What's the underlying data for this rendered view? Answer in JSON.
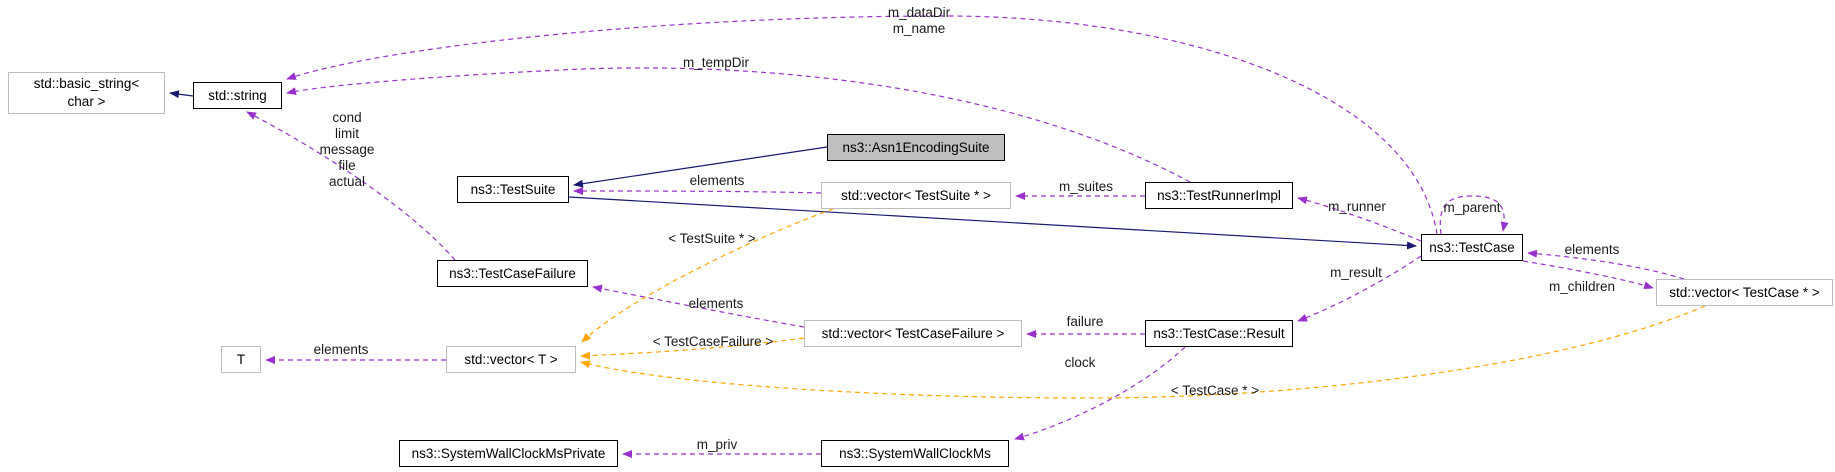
{
  "diagram_type": "collaboration-graph",
  "colors": {
    "background": "#ffffff",
    "inheritance_edge": "#191970",
    "usage_edge": "#9932cc",
    "template_edge": "#ffa500",
    "node_border": "#000000",
    "undocumented_node_border": "#bdbdbd",
    "current_node_fill": "#bfbfbf"
  },
  "nodes": [
    {
      "id": "std-basic-string",
      "label": "std::basic_string<\nchar >",
      "kind": "undocumented"
    },
    {
      "id": "std-string",
      "label": "std::string",
      "kind": "documented"
    },
    {
      "id": "ns3-asn1encodingsuite",
      "label": "ns3::Asn1EncodingSuite",
      "kind": "current"
    },
    {
      "id": "ns3-testsuite",
      "label": "ns3::TestSuite",
      "kind": "documented"
    },
    {
      "id": "std-vector-testsuite-ptr",
      "label": "std::vector< TestSuite * >",
      "kind": "undocumented"
    },
    {
      "id": "ns3-testrunnerimpl",
      "label": "ns3::TestRunnerImpl",
      "kind": "documented"
    },
    {
      "id": "ns3-testcase",
      "label": "ns3::TestCase",
      "kind": "documented"
    },
    {
      "id": "std-vector-testcase-ptr",
      "label": "std::vector< TestCase * >",
      "kind": "undocumented"
    },
    {
      "id": "ns3-testcasefailure",
      "label": "ns3::TestCaseFailure",
      "kind": "documented"
    },
    {
      "id": "std-vector-testcasefailure",
      "label": "std::vector< TestCaseFailure >",
      "kind": "undocumented"
    },
    {
      "id": "ns3-testcase-result",
      "label": "ns3::TestCase::Result",
      "kind": "documented"
    },
    {
      "id": "t",
      "label": "T",
      "kind": "undocumented"
    },
    {
      "id": "std-vector-t",
      "label": "std::vector< T >",
      "kind": "undocumented"
    },
    {
      "id": "ns3-systemwallclockmsprivate",
      "label": "ns3::SystemWallClockMsPrivate",
      "kind": "documented"
    },
    {
      "id": "ns3-systemwallclockms",
      "label": "ns3::SystemWallClockMs",
      "kind": "documented"
    }
  ],
  "edges": [
    {
      "from": "std::string",
      "to": "std::basic_string< char >",
      "type": "inheritance",
      "label": ""
    },
    {
      "from": "ns3::Asn1EncodingSuite",
      "to": "ns3::TestSuite",
      "type": "inheritance",
      "label": ""
    },
    {
      "from": "ns3::TestSuite",
      "to": "ns3::TestCase",
      "type": "inheritance",
      "label": ""
    },
    {
      "from": "ns3::TestCase",
      "to": "std::string",
      "type": "usage",
      "label": "m_dataDir\nm_name"
    },
    {
      "from": "ns3::TestRunnerImpl",
      "to": "std::string",
      "type": "usage",
      "label": "m_tempDir"
    },
    {
      "from": "ns3::TestCaseFailure",
      "to": "std::string",
      "type": "usage",
      "label": "cond\nlimit\nmessage\nfile\nactual"
    },
    {
      "from": "std::vector< TestSuite * >",
      "to": "ns3::TestSuite",
      "type": "usage",
      "label": "elements"
    },
    {
      "from": "ns3::TestRunnerImpl",
      "to": "std::vector< TestSuite * >",
      "type": "usage",
      "label": "m_suites"
    },
    {
      "from": "ns3::TestCase",
      "to": "ns3::TestRunnerImpl",
      "type": "usage",
      "label": "m_runner"
    },
    {
      "from": "ns3::TestCase",
      "to": "ns3::TestCase",
      "type": "usage",
      "label": "m_parent"
    },
    {
      "from": "std::vector< TestCase * >",
      "to": "ns3::TestCase",
      "type": "usage",
      "label": "elements"
    },
    {
      "from": "ns3::TestCase",
      "to": "std::vector< TestCase * >",
      "type": "usage",
      "label": "m_children"
    },
    {
      "from": "ns3::TestCase",
      "to": "ns3::TestCase::Result",
      "type": "usage",
      "label": "m_result"
    },
    {
      "from": "ns3::TestCase::Result",
      "to": "std::vector< TestCaseFailure >",
      "type": "usage",
      "label": "failure"
    },
    {
      "from": "std::vector< TestCaseFailure >",
      "to": "ns3::TestCaseFailure",
      "type": "usage",
      "label": "elements"
    },
    {
      "from": "ns3::TestCase::Result",
      "to": "ns3::SystemWallClockMs",
      "type": "usage",
      "label": "clock"
    },
    {
      "from": "ns3::SystemWallClockMs",
      "to": "ns3::SystemWallClockMsPrivate",
      "type": "usage",
      "label": "m_priv"
    },
    {
      "from": "std::vector< T >",
      "to": "T",
      "type": "usage",
      "label": "elements"
    },
    {
      "from": "std::vector< TestSuite * >",
      "to": "std::vector< T >",
      "type": "template",
      "label": "< TestSuite * >"
    },
    {
      "from": "std::vector< TestCaseFailure >",
      "to": "std::vector< T >",
      "type": "template",
      "label": "< TestCaseFailure >"
    },
    {
      "from": "std::vector< TestCase * >",
      "to": "std::vector< T >",
      "type": "template",
      "label": "< TestCase * >"
    }
  ]
}
